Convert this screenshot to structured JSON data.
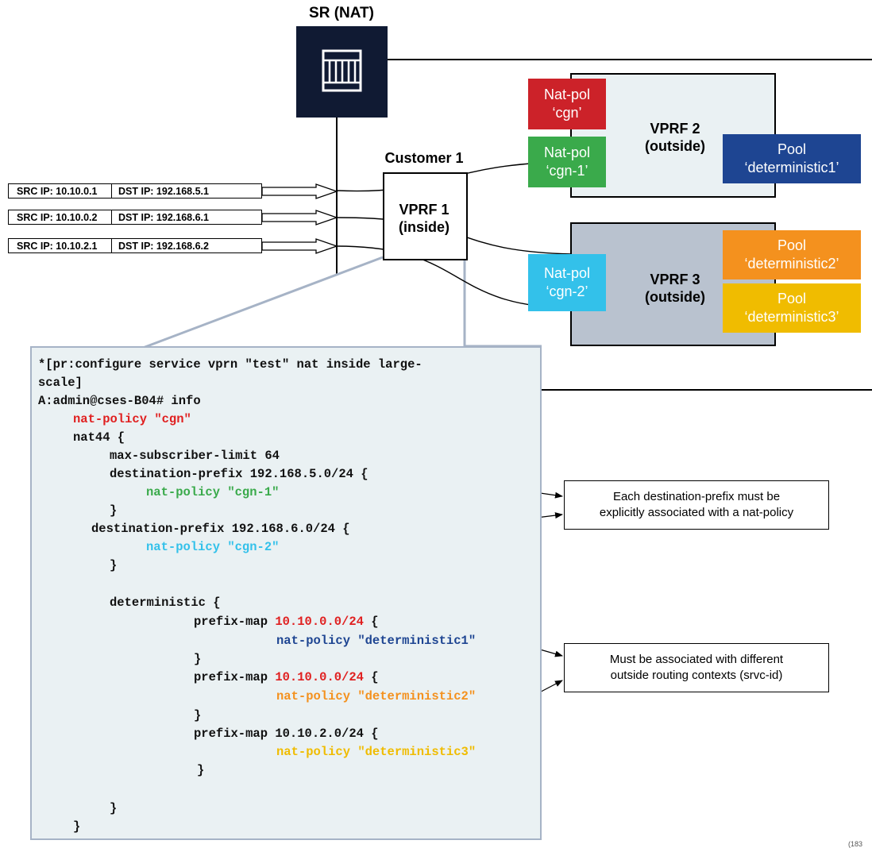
{
  "router": {
    "title": "SR (NAT)",
    "icon": "router-icon"
  },
  "customer": {
    "title": "Customer 1"
  },
  "vprf1": {
    "line1": "VPRF 1",
    "line2": "(inside)"
  },
  "vprf2": {
    "line1": "VPRF 2",
    "line2": "(outside)"
  },
  "vprf3": {
    "line1": "VPRF 3",
    "line2": "(outside)"
  },
  "nat_policies": {
    "cgn": {
      "line1": "Nat-pol",
      "line2": "‘cgn’",
      "color": "#cc2229"
    },
    "cgn1": {
      "line1": "Nat-pol",
      "line2": "‘cgn-1’",
      "color": "#3aaa4b"
    },
    "cgn2": {
      "line1": "Nat-pol",
      "line2": "‘cgn-2’",
      "color": "#33c1ea"
    }
  },
  "pools": {
    "pool1": {
      "line1": "Pool",
      "line2": "‘deterministic1’",
      "color": "#1e4592"
    },
    "pool2": {
      "line1": "Pool",
      "line2": "‘deterministic2’",
      "color": "#f4911e"
    },
    "pool3": {
      "line1": "Pool",
      "line2": "‘deterministic3’",
      "color": "#f0bc00"
    }
  },
  "packets": [
    {
      "src": "SRC IP: 10.10.0.1",
      "dst": "DST IP: 192.168.5.1"
    },
    {
      "src": "SRC IP: 10.10.0.2",
      "dst": "DST IP: 192.168.6.1"
    },
    {
      "src": "SRC IP: 10.10.2.1",
      "dst": "DST IP: 192.168.6.2"
    }
  ],
  "code": {
    "l1": "*[pr:configure service vprn \"test\" nat inside large-",
    "l2": "scale]",
    "l3": "A:admin@cses-B04# info",
    "l4": "nat-policy \"cgn\"",
    "l5": "nat44 {",
    "l6": "max-subscriber-limit 64",
    "l7": "destination-prefix 192.168.5.0/24 {",
    "l8": "nat-policy \"cgn-1\"",
    "l9": "}",
    "l10": "destination-prefix 192.168.6.0/24 {",
    "l11": "nat-policy \"cgn-2\"",
    "l12": "}",
    "l13": "deterministic {",
    "l14a": "prefix-map ",
    "l14b": "10.10.0.0/24",
    "l14c": " {",
    "l15": "nat-policy \"deterministic1\"",
    "l16": "}",
    "l17a": "prefix-map ",
    "l17b": "10.10.0.0/24",
    "l17c": " {",
    "l18": "nat-policy \"deterministic2\"",
    "l19": "}",
    "l20": "prefix-map 10.10.2.0/24 {",
    "l21": "nat-policy \"deterministic3\"",
    "l22": "}",
    "l23": "}",
    "l24": "}"
  },
  "notes": {
    "n1_line1": "Each destination-prefix must be",
    "n1_line2": "explicitly associated with a nat-policy",
    "n2_line1": "Must be associated with different",
    "n2_line2": "outside routing contexts (srvc-id)"
  },
  "corner": "(183"
}
